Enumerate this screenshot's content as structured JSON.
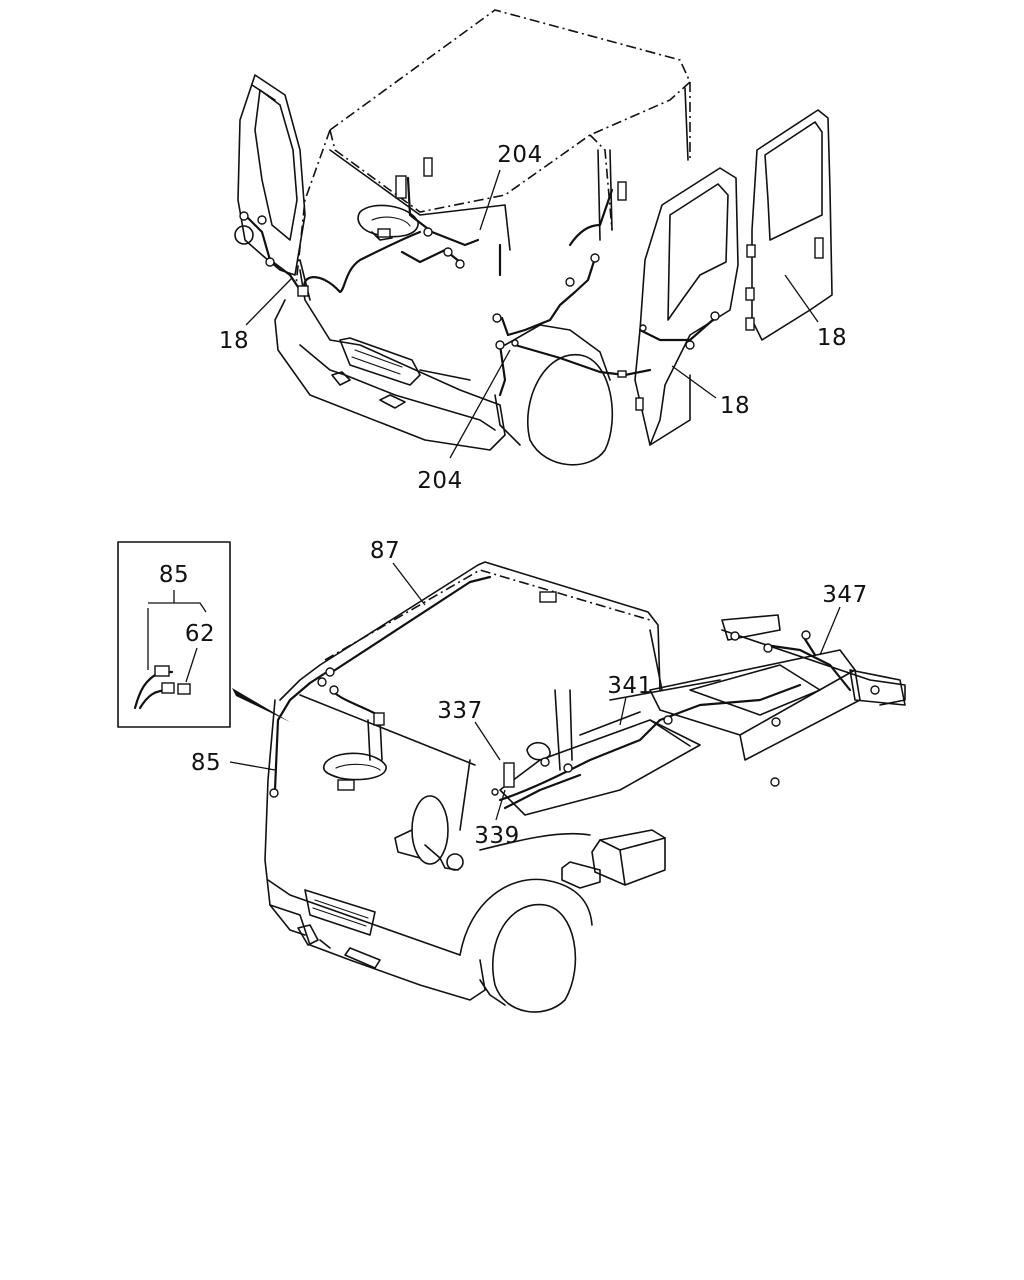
{
  "top_view": {
    "labels": {
      "harness_upper": "204",
      "harness_lower": "204",
      "left_door": "18",
      "right_door": "18",
      "rear_door": "18"
    }
  },
  "bottom_view": {
    "labels": {
      "roof_harness": "87",
      "left_pillar_harness": "85",
      "inset_harness": "85",
      "inset_connector": "62",
      "sensor_upper": "337",
      "sensor_lower": "339",
      "floor_harness": "341",
      "chassis_harness": "347"
    }
  }
}
